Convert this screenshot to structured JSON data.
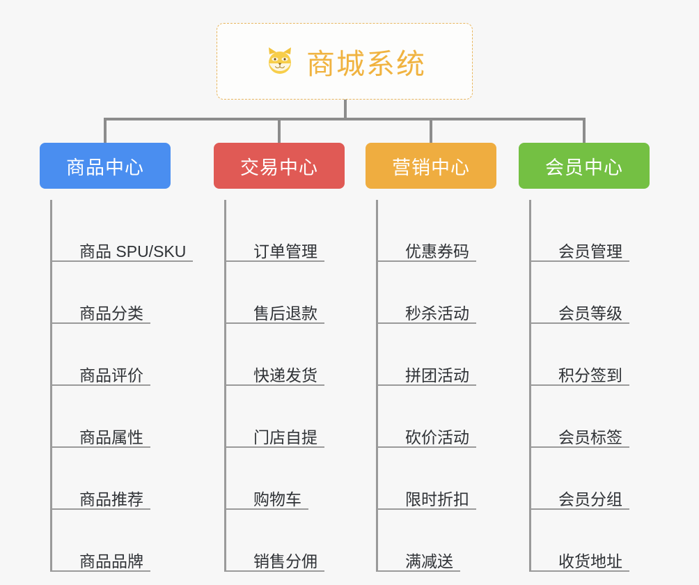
{
  "root": {
    "icon": "shiba-dog-face-emoji",
    "icon_glyph": "🐕",
    "title": "商城系统",
    "title_color": "#f0b340",
    "border_color": "#e8b55c"
  },
  "connector_color": "#8c8c8c",
  "background_color": "#f7f7f7",
  "branches": [
    {
      "label": "商品中心",
      "color": "#4a8ef0",
      "leaves": [
        "商品 SPU/SKU",
        "商品分类",
        "商品评价",
        "商品属性",
        "商品推荐",
        "商品品牌"
      ]
    },
    {
      "label": "交易中心",
      "color": "#e05a55",
      "leaves": [
        "订单管理",
        "售后退款",
        "快递发货",
        "门店自提",
        "购物车",
        "销售分佣"
      ]
    },
    {
      "label": "营销中心",
      "color": "#efad40",
      "leaves": [
        "优惠券码",
        "秒杀活动",
        "拼团活动",
        "砍价活动",
        "限时折扣",
        "满减送"
      ]
    },
    {
      "label": "会员中心",
      "color": "#74c043",
      "leaves": [
        "会员管理",
        "会员等级",
        "积分签到",
        "会员标签",
        "会员分组",
        "收货地址"
      ]
    }
  ]
}
